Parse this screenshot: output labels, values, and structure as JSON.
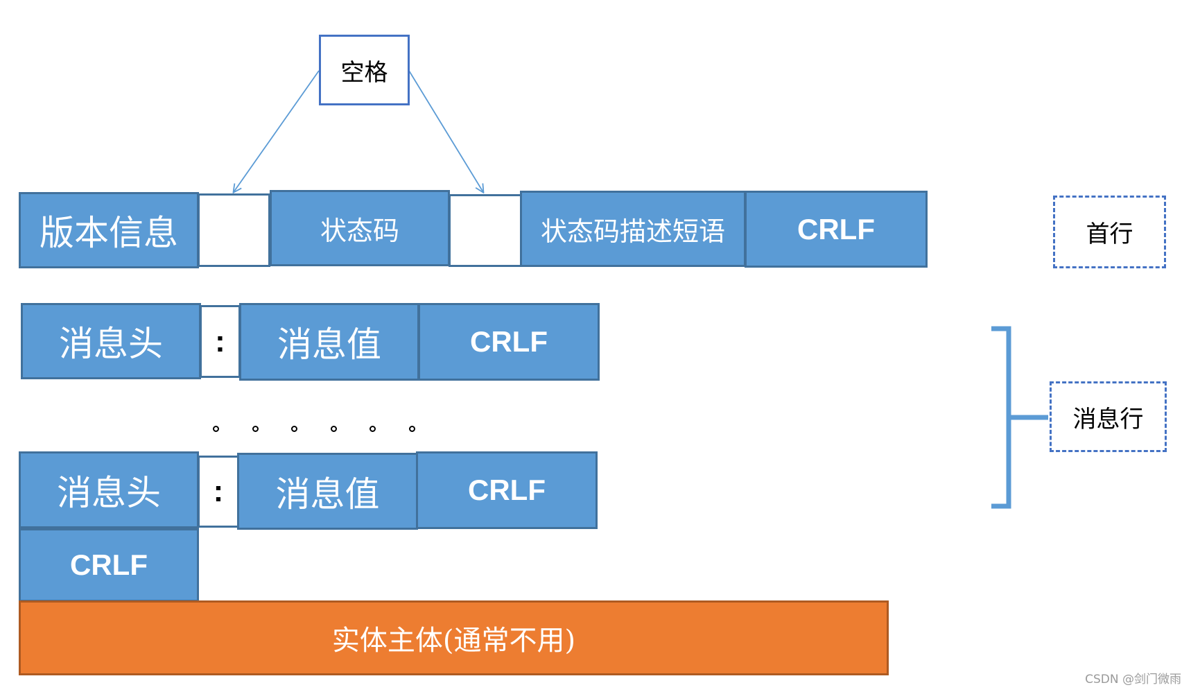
{
  "labels": {
    "space": "空格",
    "version": "版本信息",
    "status_code": "状态码",
    "status_phrase": "状态码描述短语",
    "crlf": "CRLF",
    "message_head": "消息头",
    "colon": ":",
    "message_value": "消息值",
    "ellipsis_dot": "。",
    "entity_body": "实体主体(通常不用)",
    "first_line": "首行",
    "message_lines": "消息行",
    "watermark": "CSDN @剑门微雨"
  },
  "colors": {
    "block_fill": "#5b9bd5",
    "block_border": "#41719c",
    "entity_fill": "#ed7d31",
    "dashed_border": "#4472c4",
    "arrow": "#5b9bd5"
  }
}
